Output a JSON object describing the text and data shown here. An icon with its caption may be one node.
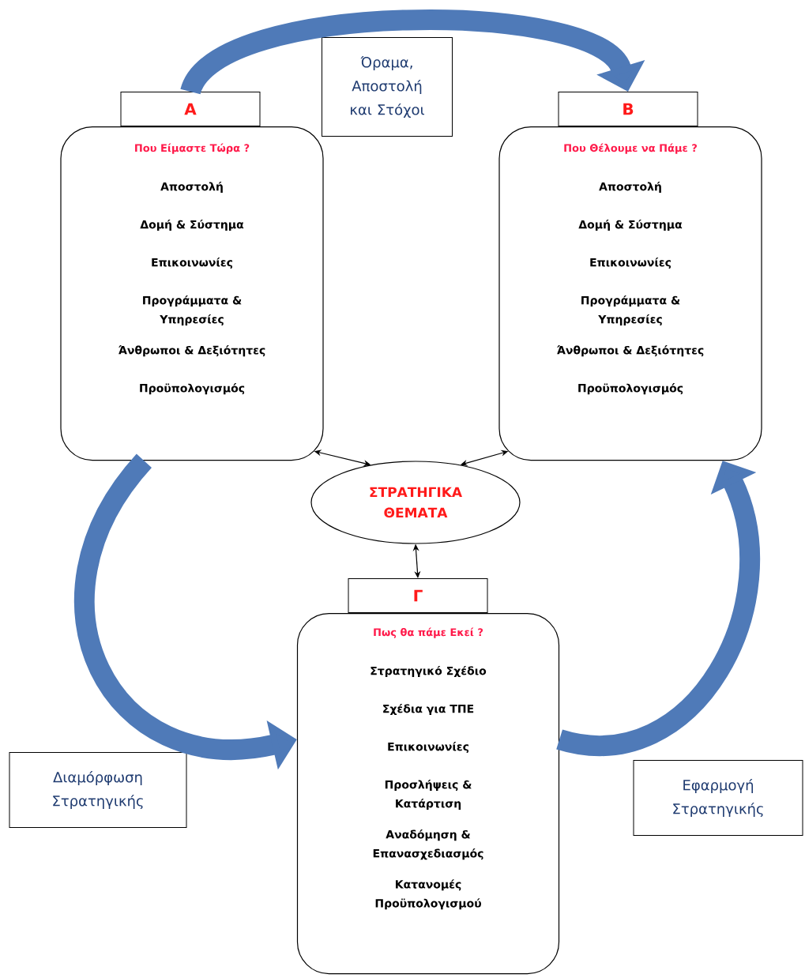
{
  "diagram": {
    "nodes": [
      {
        "text": [
          "Α"
        ]
      },
      {
        "text": [
          "Που Είμαστε Τώρα ?",
          "Αποστολή",
          "Δομή & Σύστημα",
          "Επικοινωνίες",
          "Προγράμματα & Υπηρεσίες",
          "Άνθρωποι & Δεξιότητες",
          "Προϋπολογισμός"
        ]
      },
      {
        "text": [
          "Β"
        ]
      },
      {
        "text": [
          "Που Θέλουμε να Πάμε ?",
          "Αποστολή",
          "Δομή & Σύστημα",
          "Επικοινωνίες",
          "Προγράμματα & Υπηρεσίες",
          "Άνθρωποι & Δεξιότητες",
          "Προϋπολογισμός"
        ]
      },
      {
        "text": [
          "ΣΤΡΑΤΗΓΙΚΑ ΘΕΜΑΤΑ"
        ]
      },
      {
        "text": [
          "Γ"
        ]
      },
      {
        "text": [
          "Πως θα πάμε Εκεί ?",
          "Στρατηγικό Σχέδιο",
          "Σχέδια για ΤΠΕ",
          "Επικοινωνίες",
          "Προσλήψεις & Κατάρτιση",
          "Αναδόμηση & Επανασχεδιασμός",
          "Κατανομές Προϋπολογισμού"
        ]
      },
      {
        "text": [
          "Όραμα, Αποστολή και Στόχοι"
        ]
      },
      {
        "text": [
          "Διαμόρφωση Στρατηγικής"
        ]
      },
      {
        "text": [
          "Εφαρμογή Στρατηγικής"
        ]
      }
    ],
    "edges": [
      {
        "from": 0,
        "to": 2,
        "arrow": "to",
        "style": "thick",
        "color": "#4f7ab8"
      },
      {
        "from": 1,
        "to": 6,
        "arrow": "to",
        "style": "thick",
        "color": "#4f7ab8"
      },
      {
        "from": 6,
        "to": 3,
        "arrow": "to",
        "style": "thick",
        "color": "#4f7ab8"
      },
      {
        "from": 4,
        "to": 1,
        "arrow": "both",
        "color": "#000000"
      },
      {
        "from": 4,
        "to": 3,
        "arrow": "both",
        "color": "#000000"
      },
      {
        "from": 4,
        "to": 5,
        "arrow": "both",
        "color": "#000000"
      }
    ]
  }
}
